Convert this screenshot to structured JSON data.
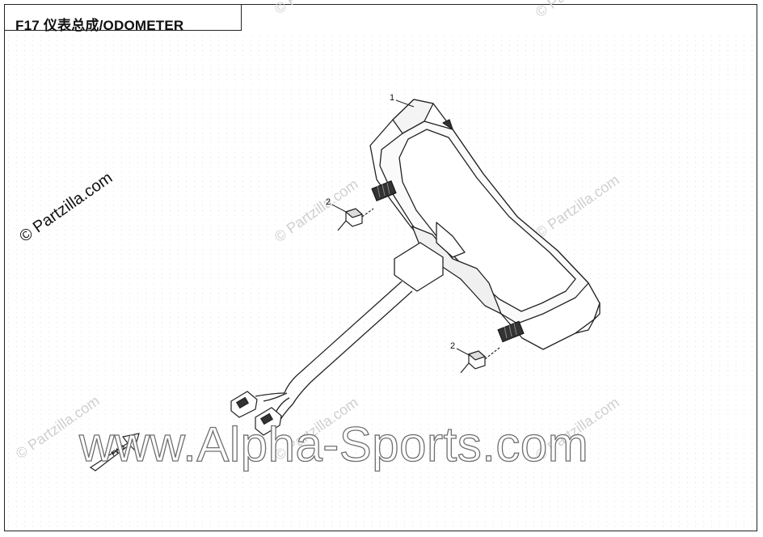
{
  "title": "F17 仪表总成/ODOMETER",
  "callouts": [
    {
      "label": "1",
      "part": "odometer-assembly"
    },
    {
      "label": "2",
      "part": "nut"
    },
    {
      "label": "2",
      "part": "nut"
    }
  ],
  "fwd_label": "FWD",
  "watermarks": {
    "partzilla": "© Partzilla.com",
    "site": "www.Alpha-Sports.com"
  }
}
